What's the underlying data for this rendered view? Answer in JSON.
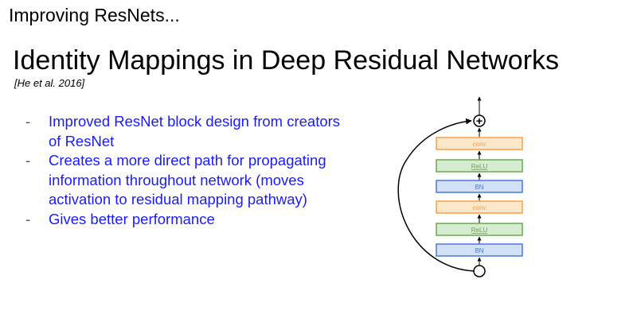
{
  "header": {
    "section_title": "Improving ResNets..."
  },
  "slide": {
    "title": "Identity Mappings in Deep Residual Networks",
    "citation": "[He et al. 2016]"
  },
  "bullets": [
    {
      "dash": "-",
      "text": "Improved ResNet block design from creators of ResNet"
    },
    {
      "dash": "-",
      "text": "Creates a more direct path for propagating information throughout network (moves activation to residual mapping pathway)"
    },
    {
      "dash": "-",
      "text": "Gives better performance"
    }
  ],
  "diagram": {
    "blocks_top_to_bottom": [
      "conv",
      "ReLU",
      "BN",
      "conv",
      "ReLU",
      "BN"
    ],
    "add_symbol": "+",
    "colors": {
      "conv_fill": "#fde7c9",
      "conv_border": "#f5a04a",
      "conv_text": "#f5a04a",
      "relu_fill": "#d5ecd0",
      "relu_border": "#6aa84f",
      "relu_text": "#6aa84f",
      "bn_fill": "#d2e0f7",
      "bn_border": "#4a7bd4",
      "bn_text": "#4a7bd4",
      "bullet_text": "#1a1aff"
    }
  }
}
